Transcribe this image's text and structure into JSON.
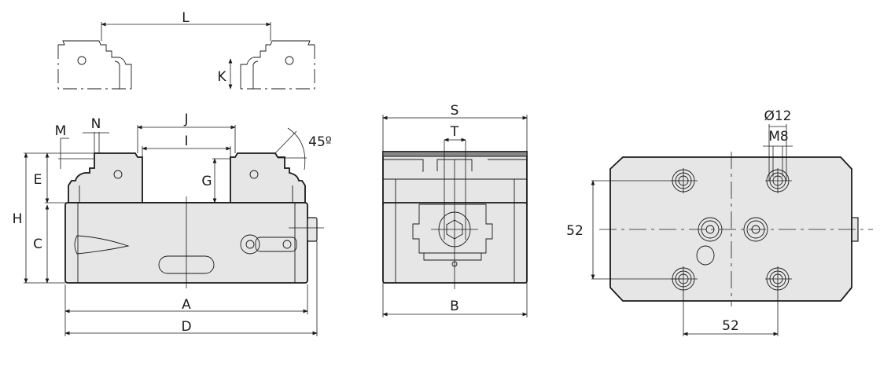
{
  "drawing": {
    "top_detail": {
      "labels": {
        "L": "L",
        "K": "K"
      }
    },
    "front_view": {
      "labels": {
        "M": "M",
        "N": "N",
        "J": "J",
        "I": "I",
        "G": "G",
        "angle": "45º",
        "E": "E",
        "H": "H",
        "C": "C",
        "A": "A",
        "D": "D"
      }
    },
    "side_view": {
      "labels": {
        "S": "S",
        "T": "T",
        "B": "B"
      }
    },
    "bottom_view": {
      "labels": {
        "dia": "Ø12",
        "thread": "M8",
        "spacing_v": "52",
        "spacing_h": "52"
      }
    },
    "colors": {
      "part_fill": "#e6e6e6",
      "line": "#1a1a1a"
    }
  }
}
